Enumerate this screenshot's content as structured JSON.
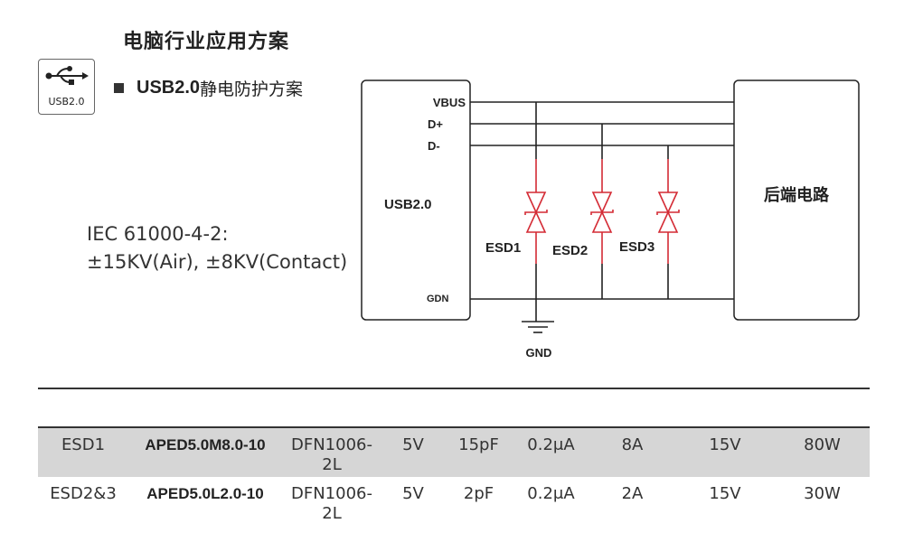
{
  "page_title": "电脑行业应用方案",
  "usb_icon": {
    "icon": "usb-icon",
    "caption": "USB2.0"
  },
  "section": {
    "bullet": "square-bullet",
    "bold": "USB2.0",
    "rest": "静电防护方案"
  },
  "standard": {
    "line1": "IEC 61000-4-2:",
    "line2": "±15KV(Air), ±8KV(Contact)"
  },
  "diagram": {
    "left_block": {
      "label": "USB2.0",
      "pins": [
        "VBUS",
        "D+",
        "D-",
        "GDN"
      ]
    },
    "right_block": {
      "label": "后端电路"
    },
    "esd_devices": [
      {
        "label": "ESD1",
        "connects_to": "VBUS"
      },
      {
        "label": "ESD2",
        "connects_to": "D+"
      },
      {
        "label": "ESD3",
        "connects_to": "D-"
      }
    ],
    "ground_label": "GND",
    "colors": {
      "wire": "#222222",
      "esd": "#d42a34"
    }
  },
  "spec_table": {
    "rows": [
      [
        "ESD1",
        "APED5.0M8.0-10",
        "DFN1006-2L",
        "5V",
        "15pF",
        "0.2μA",
        "8A",
        "15V",
        "80W"
      ],
      [
        "ESD2&3",
        "APED5.0L2.0-10",
        "DFN1006-2L",
        "5V",
        "2pF",
        "0.2μA",
        "2A",
        "15V",
        "30W"
      ]
    ]
  }
}
